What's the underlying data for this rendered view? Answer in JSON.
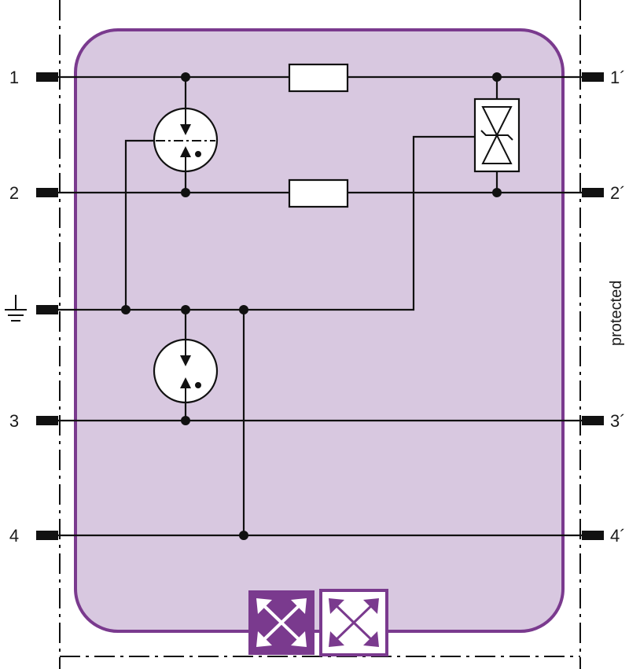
{
  "colors": {
    "module_fill": "#d8c8e0",
    "module_border": "#7a3a8e",
    "wire": "#111111",
    "terminal": "#111111",
    "icon_dark": "#7a3a8e",
    "icon_light": "#ffffff"
  },
  "terminals": {
    "left": [
      "1",
      "2",
      "3",
      "4"
    ],
    "right": [
      "1´",
      "2´",
      "3´",
      "4´"
    ]
  },
  "side_label": "protected",
  "icons": {
    "ground": "ground-icon",
    "gas_discharge_tube": "gas-discharge-tube-icon",
    "resistor": "resistor-icon",
    "tvs_diode": "tvs-diode-icon",
    "module_badge": "expand-arrows-icon"
  }
}
